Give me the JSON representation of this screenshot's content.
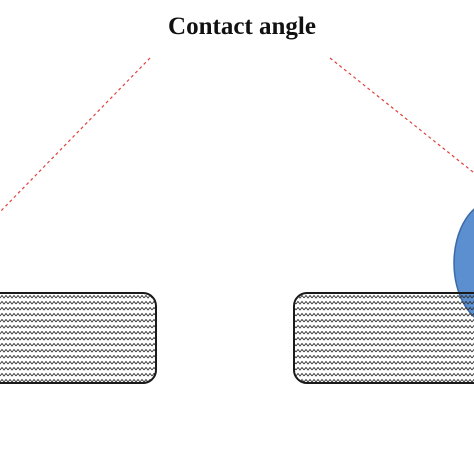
{
  "title": "Contact angle",
  "colors": {
    "guide_line": "#e0403a",
    "droplet_fill": "#5b8fd0",
    "droplet_stroke": "#3b6aa8",
    "substrate_stroke": "#1a1a1a",
    "substrate_pattern": "#333333",
    "background": "#ffffff"
  },
  "icons": {
    "droplet": "droplet-shape",
    "substrate": "hatched-substrate-block"
  }
}
